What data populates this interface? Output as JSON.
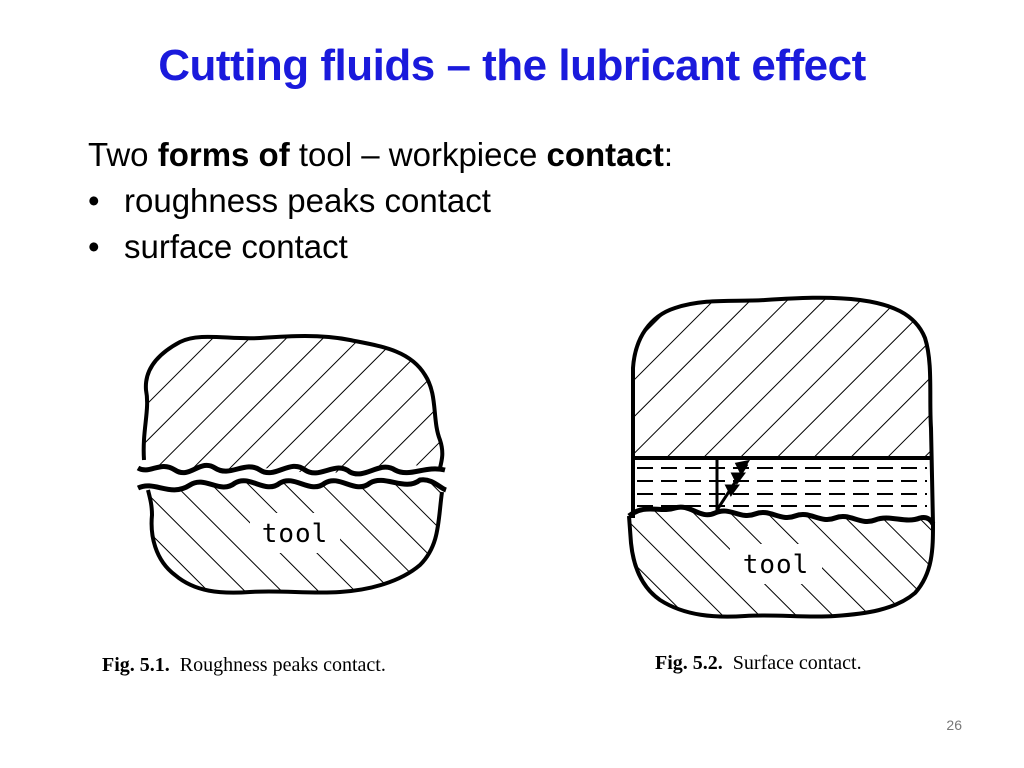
{
  "slide": {
    "title": "Cutting fluids – the lubricant effect",
    "intro": {
      "part1": "Two ",
      "part2_bold": "forms of",
      "part3": " tool – workpiece ",
      "part4_bold": "contact",
      "part5": ":"
    },
    "bullets": [
      "roughness peaks contact",
      "surface contact"
    ],
    "bullet_glyph": "•",
    "page_number": "26"
  },
  "figures": [
    {
      "tool_label": "tool",
      "caption_number": "Fig. 5.1.",
      "caption_text": "Roughness peaks contact."
    },
    {
      "tool_label": "tool",
      "caption_number": "Fig. 5.2.",
      "caption_text": "Surface contact."
    }
  ],
  "colors": {
    "title": "#1a1adc",
    "text": "#000000",
    "page_number": "#777777"
  }
}
